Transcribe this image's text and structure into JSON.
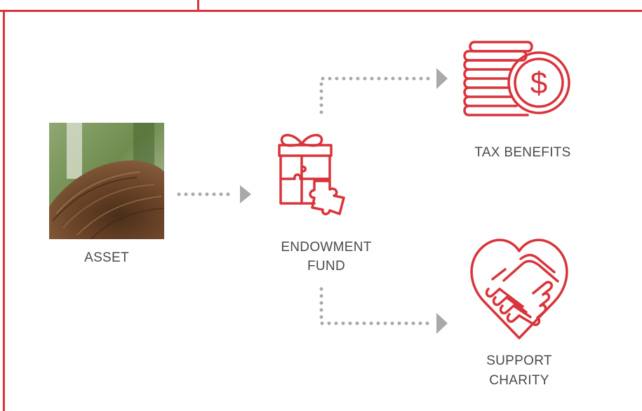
{
  "nodes": {
    "asset": {
      "label": "ASSET"
    },
    "endowment": {
      "label_line1": "ENDOWMENT",
      "label_line2": "FUND"
    },
    "tax": {
      "label": "TAX BENEFITS"
    },
    "support": {
      "label_line1": "SUPPORT",
      "label_line2": "CHARITY"
    }
  },
  "colors": {
    "accent": "#d9343b",
    "connector": "#a9a9a9",
    "text": "#4a4a4a"
  },
  "icons": {
    "asset": "hair-photo",
    "endowment": "gift-puzzle-icon",
    "tax": "coins-dollar-icon",
    "support": "heart-handshake-icon"
  }
}
